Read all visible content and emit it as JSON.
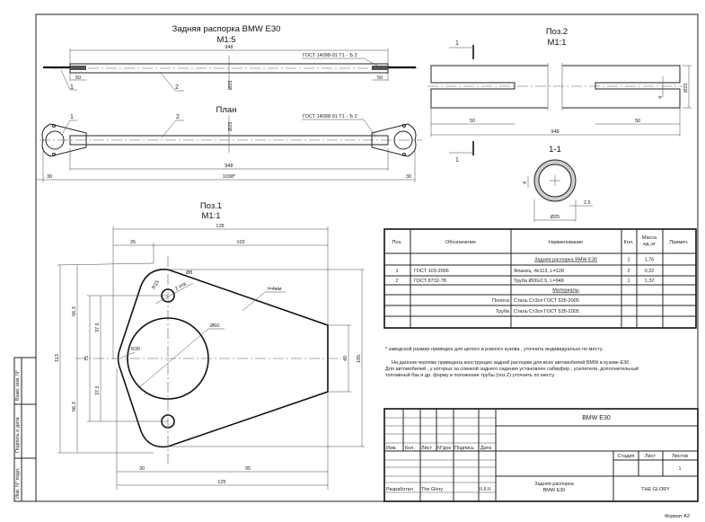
{
  "top_view": {
    "title": "Задняя распорка  BMW E30",
    "scale": "M1:5",
    "dim_length": "948",
    "dim_end_left": "50",
    "dim_end_right": "50",
    "dim_dia": "Ø25",
    "weld_note": "ГОСТ 14098-91  Т1 - Ъ 2",
    "leader_1": "1",
    "leader_2": "2"
  },
  "plan_view": {
    "title": "План",
    "dim_tube": "948",
    "dim_total": "1038*",
    "dim_left": "30",
    "dim_right": "30",
    "dim_dia": "Ø25",
    "weld_note": "ГОСТ 14098-91  Т1 - Ъ 2",
    "leader_1": "1",
    "leader_2": "2"
  },
  "pos2": {
    "title": "Поз.2",
    "scale": "M1:1",
    "dim_left": "50",
    "dim_right": "50",
    "dim_total": "948",
    "dim_dia": "Ø25",
    "dim_slot": "4",
    "section_mark": "1",
    "section_title": "1-1",
    "section_dia": "Ø25",
    "section_wall": "2.5"
  },
  "pos1": {
    "title": "Поз.1",
    "scale": "M1:1",
    "dims": {
      "w128": "128",
      "w25": "25",
      "w103": "103",
      "h113": "113",
      "h56a": "56.3",
      "h56b": "56.3",
      "h75": "75",
      "h37a": "37.5",
      "h37b": "37.5",
      "h40": "40",
      "h105": "105",
      "w30": "30",
      "w95": "95",
      "w125": "125",
      "r30": "R30",
      "d60": "Ø60",
      "r15": "R15",
      "d8": "Ø8",
      "holes": "2 отв.",
      "thick": "t=4мм"
    }
  },
  "spec": {
    "headers": [
      "Поз.",
      "Обозначение",
      "Наименование",
      "Кол.",
      "Масса ед.,кг",
      "Примеч."
    ],
    "rows": [
      {
        "pos": "",
        "code": "",
        "name": "Задняя распорка BMW E30",
        "qty": "1",
        "mass": "1,76"
      },
      {
        "pos": "1",
        "code": "ГОСТ 103-2006",
        "name": "Фланец -4х113, L=128",
        "qty": "2",
        "mass": "0,22"
      },
      {
        "pos": "2",
        "code": "ГОСТ 8732-78",
        "name": "Труба Ø26х2.5, L=948",
        "qty": "1",
        "mass": "1,32"
      },
      {
        "pos": "",
        "code": "",
        "name": "Материалы",
        "qty": "",
        "mass": ""
      },
      {
        "pos": "",
        "code": "Полоса",
        "name": "Сталь Ст3сп ГОСТ 535-2005",
        "qty": "",
        "mass": ""
      },
      {
        "pos": "",
        "code": "Труба",
        "name": "Сталь Ст3сп ГОСТ 535-2005",
        "qty": "",
        "mass": ""
      }
    ]
  },
  "notes": [
    "* заводской размер приведен для целого и ровного кузова , уточнить индивидуально по месту .",
    "На данном чертеже приведена конструкция задней распорки для всех автомобилей   BMW в кузове E30.",
    "Для автомобилей , у которых за спинкой заднего сидения установлен сабвуфер , усилители, дополнительный",
    "топливный бак и др. форму и положение трубы  (поз.2) уточнить по месту."
  ],
  "title_block": {
    "project": "BMW E30",
    "cols": [
      "Изм.",
      "Кол.",
      "Лист",
      "N°док",
      "Подпись",
      "Дата"
    ],
    "role": "Разработал",
    "author": "The Glory",
    "date": "II.II.II",
    "stage": "Стадия",
    "sheet": "Лист",
    "sheets": "Листов",
    "sheets_value": "1",
    "part_name_1": "Задняя распорка",
    "part_name_2": "BMW E30",
    "org": "THE GLORY",
    "format": "Формат А3"
  },
  "side_strip": [
    "Взам. инв. N°",
    "Подпись и дата",
    "Инв. N° подл."
  ]
}
